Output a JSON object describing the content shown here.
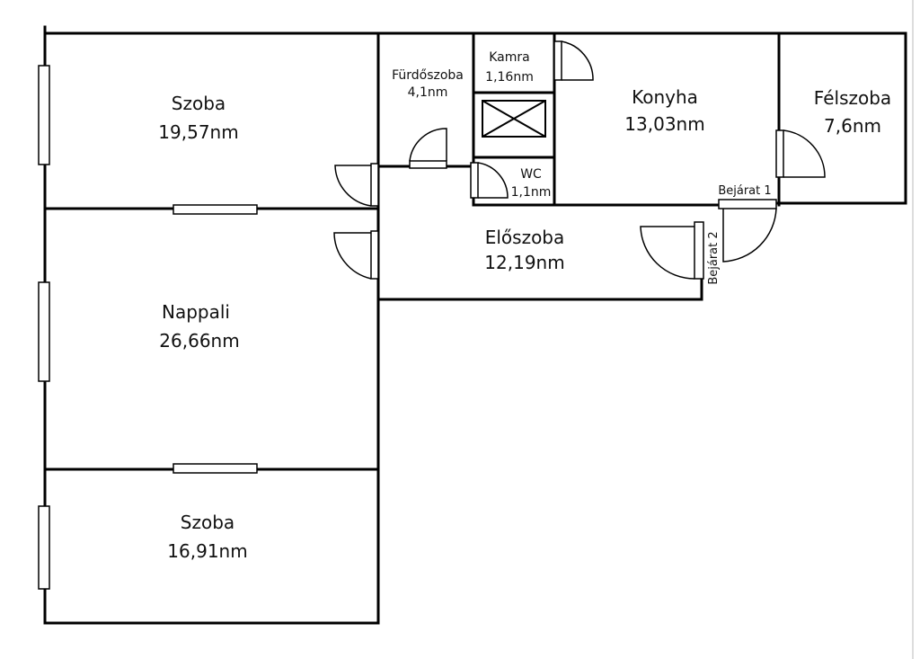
{
  "rooms": {
    "szoba1": {
      "name": "Szoba",
      "area": "19,57nm"
    },
    "furdo": {
      "name": "Fürdőszoba",
      "area": "4,1nm"
    },
    "kamra": {
      "name": "Kamra",
      "area": "1,16nm"
    },
    "konyha": {
      "name": "Konyha",
      "area": "13,03nm"
    },
    "felszoba": {
      "name": "Félszoba",
      "area": "7,6nm"
    },
    "wc": {
      "name": "WC",
      "area": "1,1nm"
    },
    "eloszoba": {
      "name": "Előszoba",
      "area": "12,19nm"
    },
    "nappali": {
      "name": "Nappali",
      "area": "26,66nm"
    },
    "szoba2": {
      "name": "Szoba",
      "area": "16,91nm"
    }
  },
  "entrances": {
    "bejarat1": "Bejárat 1",
    "bejarat2": "Bejárat 2"
  }
}
